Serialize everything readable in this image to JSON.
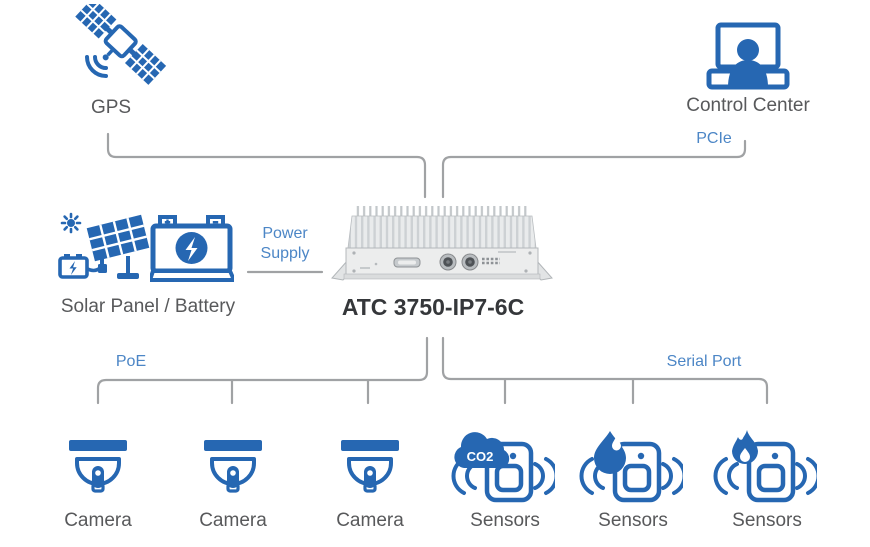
{
  "nodes": {
    "gps": {
      "label": "GPS"
    },
    "control_center": {
      "label": "Control Center"
    },
    "solar_battery": {
      "label": "Solar Panel / Battery"
    },
    "device": {
      "label": "ATC 3750-IP7-6C"
    }
  },
  "links": {
    "pcie": {
      "label": "PCIe"
    },
    "power_supply": {
      "label": "Power Supply"
    },
    "poe": {
      "label": "PoE"
    },
    "serial_port": {
      "label": "Serial Port"
    }
  },
  "cameras": [
    {
      "label": "Camera"
    },
    {
      "label": "Camera"
    },
    {
      "label": "Camera"
    }
  ],
  "sensors": [
    {
      "label": "Sensors",
      "badge": "co2-cloud",
      "badge_text": "CO2"
    },
    {
      "label": "Sensors",
      "badge": "water-drop"
    },
    {
      "label": "Sensors",
      "badge": "flame"
    }
  ],
  "colors": {
    "icon_blue": "#2667b2",
    "label_blue": "#4c86c6",
    "line_gray": "#a0a2a4",
    "text_gray": "#58595b",
    "device_text": "#35373a"
  }
}
